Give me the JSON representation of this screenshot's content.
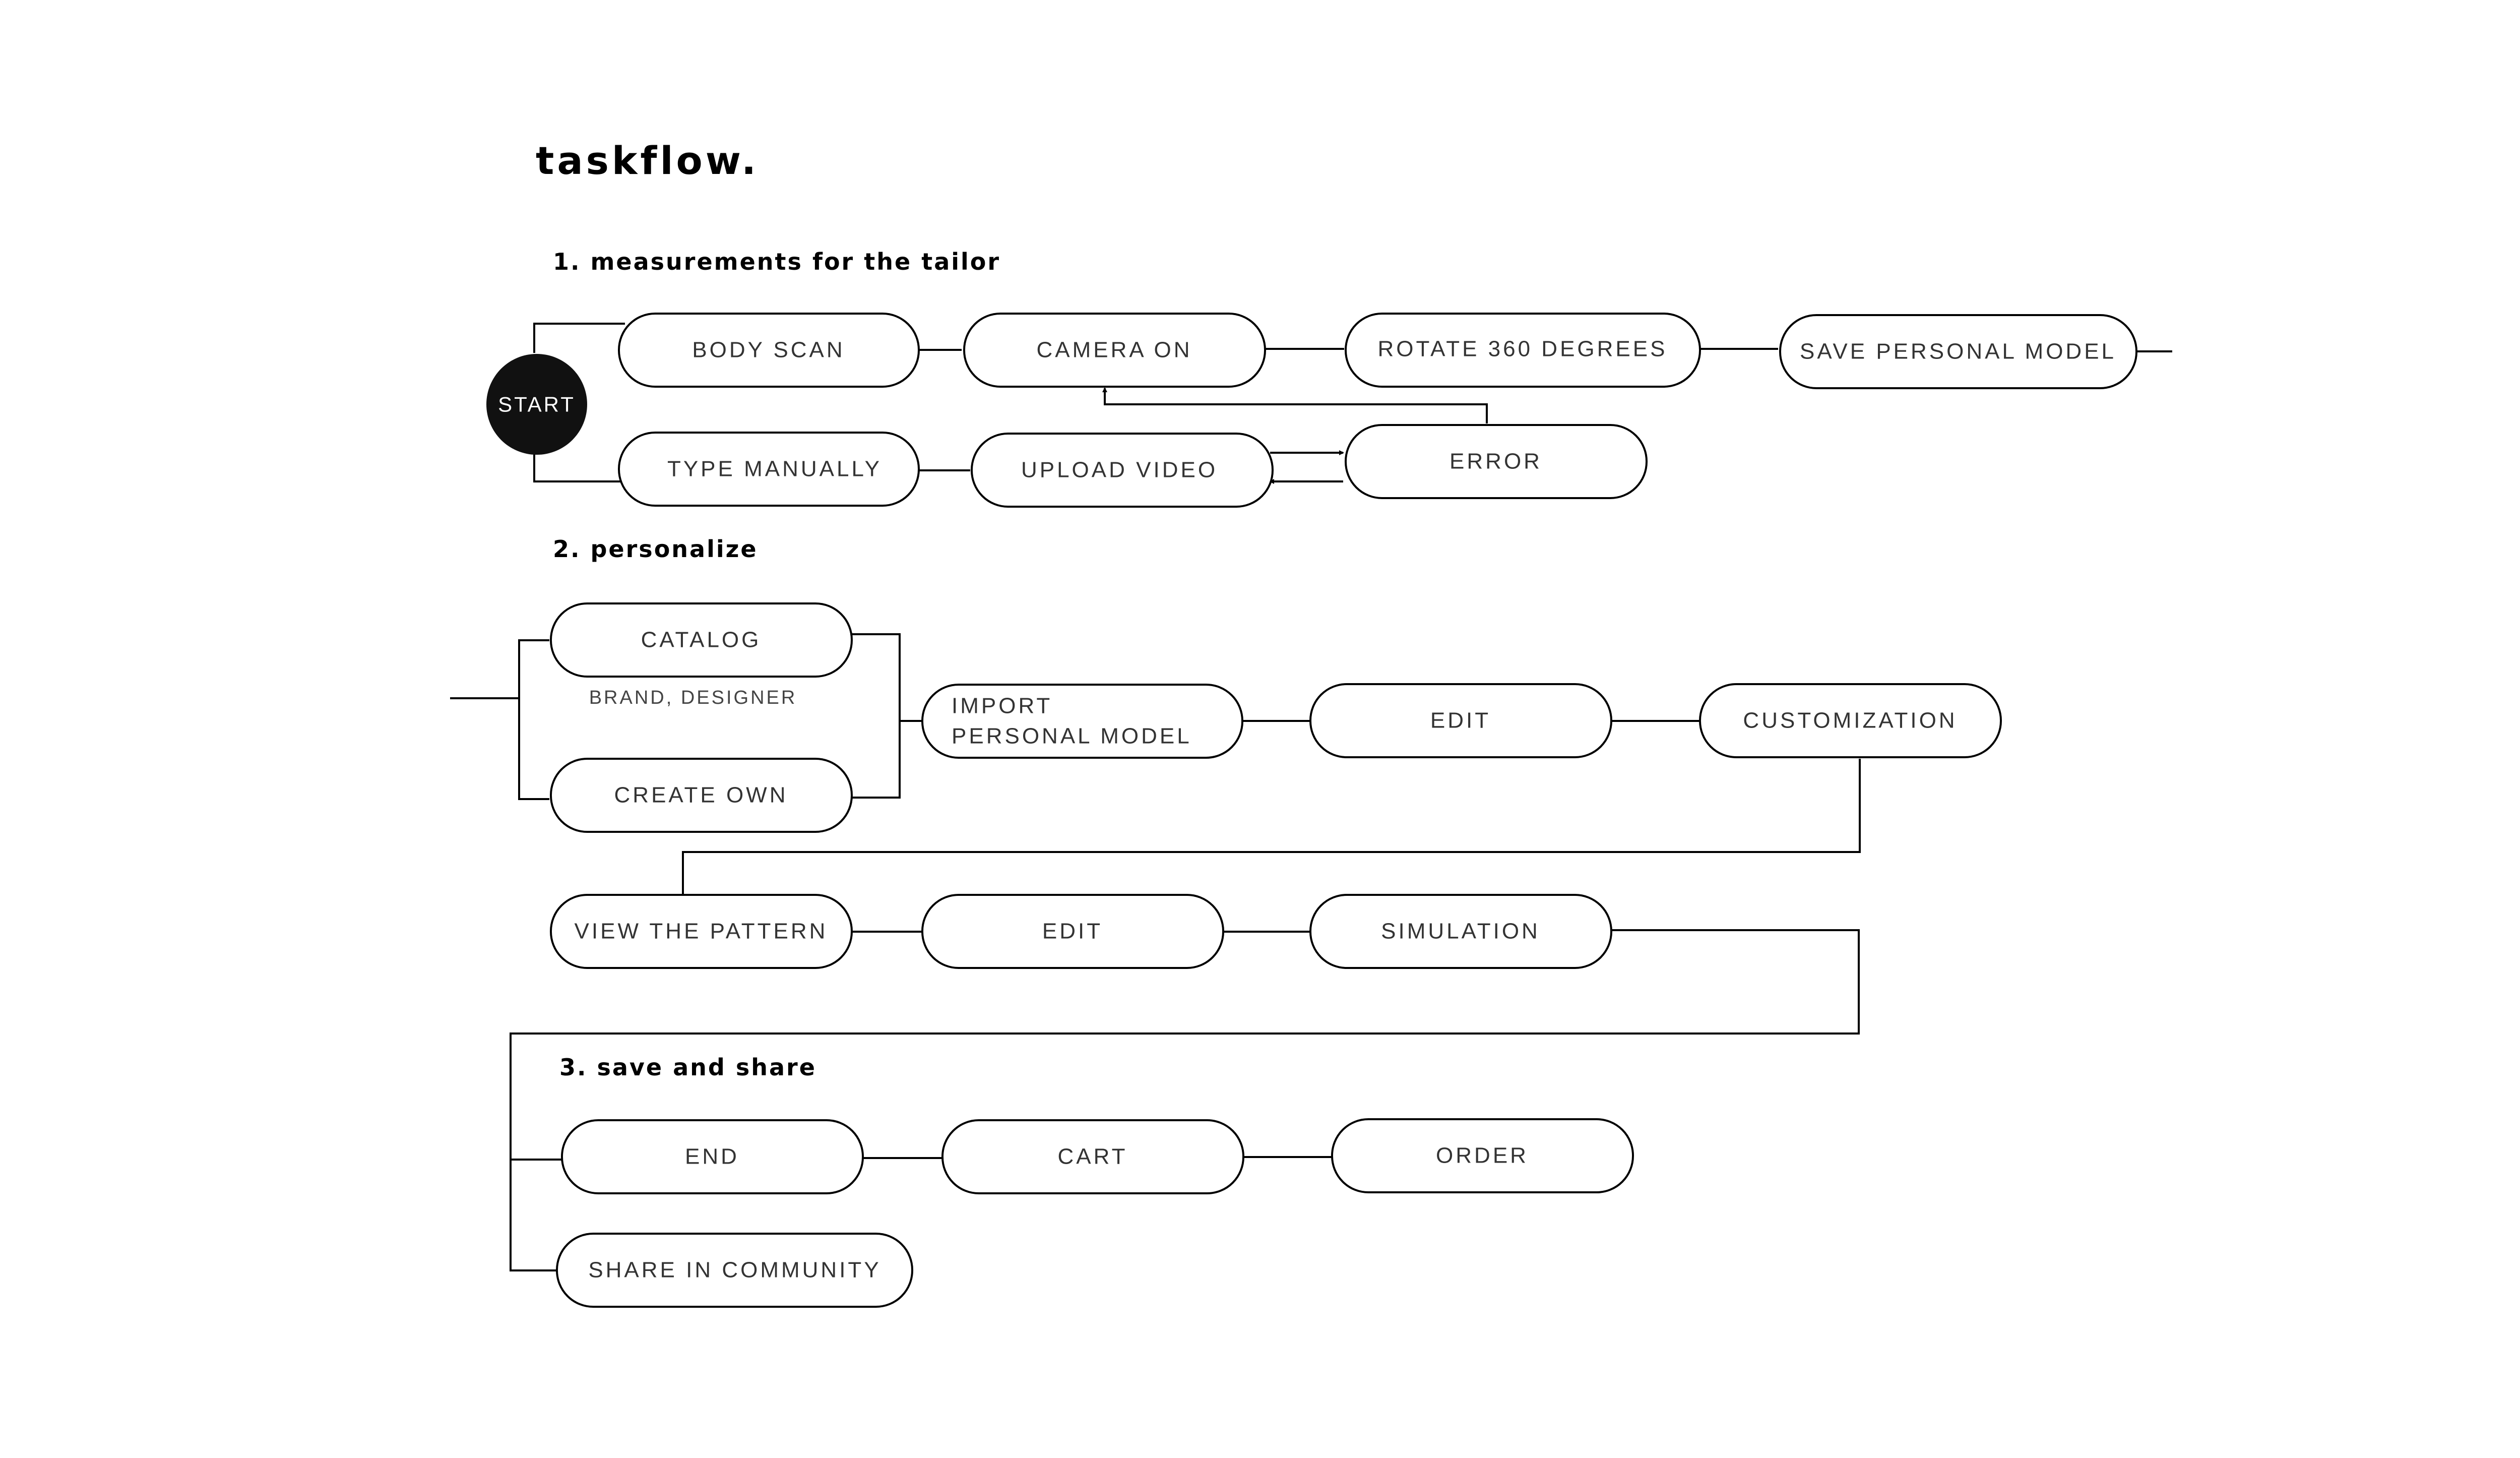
{
  "title": "taskflow.",
  "sections": {
    "measure": "1. measurements for the tailor",
    "personalize": "2. personalize",
    "save": "3. save and share"
  },
  "start": "START",
  "nodes": {
    "body_scan": "BODY SCAN",
    "camera_on": "CAMERA ON",
    "rotate": "ROTATE 360  DEGREES",
    "save_model": "SAVE PERSONAL MODEL",
    "type_manually": "TYPE MANUALLY",
    "upload_video": "UPLOAD VIDEO",
    "error": "ERROR",
    "catalog": "CATALOG",
    "catalog_sub": "BRAND, DESIGNER",
    "create_own": "CREATE OWN",
    "import_line1": "IMPORT",
    "import_line2": "PERSONAL MODEL",
    "edit1": "EDIT",
    "customization": "CUSTOMIZATION",
    "view_pattern": "VIEW THE PATTERN",
    "edit2": "EDIT",
    "simulation": "SIMULATION",
    "end": "END",
    "cart": "CART",
    "order": "ORDER",
    "share": "SHARE IN COMMUNITY"
  }
}
